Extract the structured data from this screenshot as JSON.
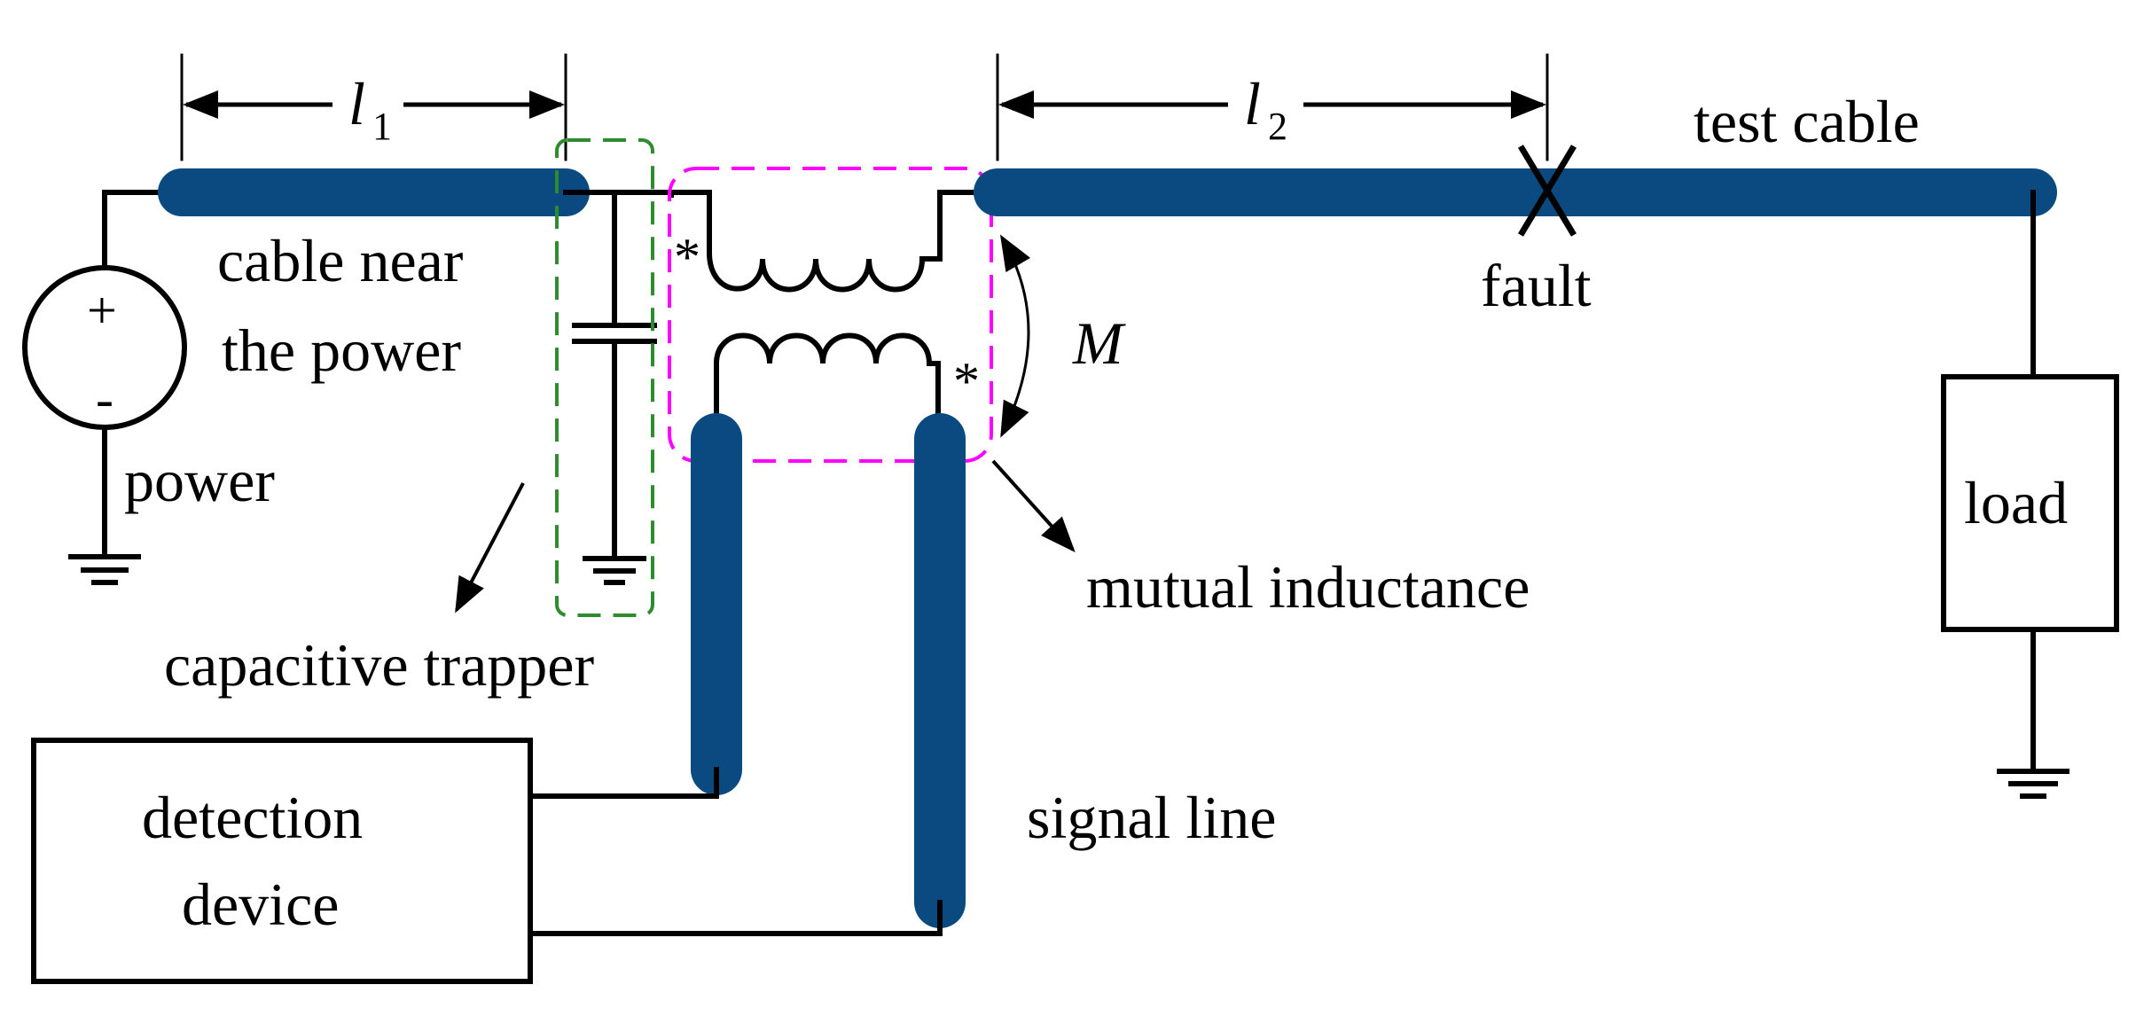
{
  "labels": {
    "l1_var": "l",
    "l1_sub": "1",
    "l2_var": "l",
    "l2_sub": "2",
    "test_cable": "test cable",
    "fault": "fault",
    "cable_near_line1": "cable near",
    "cable_near_line2": "the power",
    "plus": "+",
    "minus": "-",
    "power": "power",
    "m": "M",
    "star_primary": "*",
    "star_secondary": "*",
    "mutual_inductance": "mutual inductance",
    "capacitive_trapper": "capacitive trapper",
    "load": "load",
    "detection_line1": "detection",
    "detection_line2": "device",
    "signal_line": "signal line"
  },
  "colors": {
    "cable": "#0b4a80",
    "trapper_box": "#2e8b2e",
    "mutual_box": "#ff00ff",
    "wire": "#000000"
  }
}
